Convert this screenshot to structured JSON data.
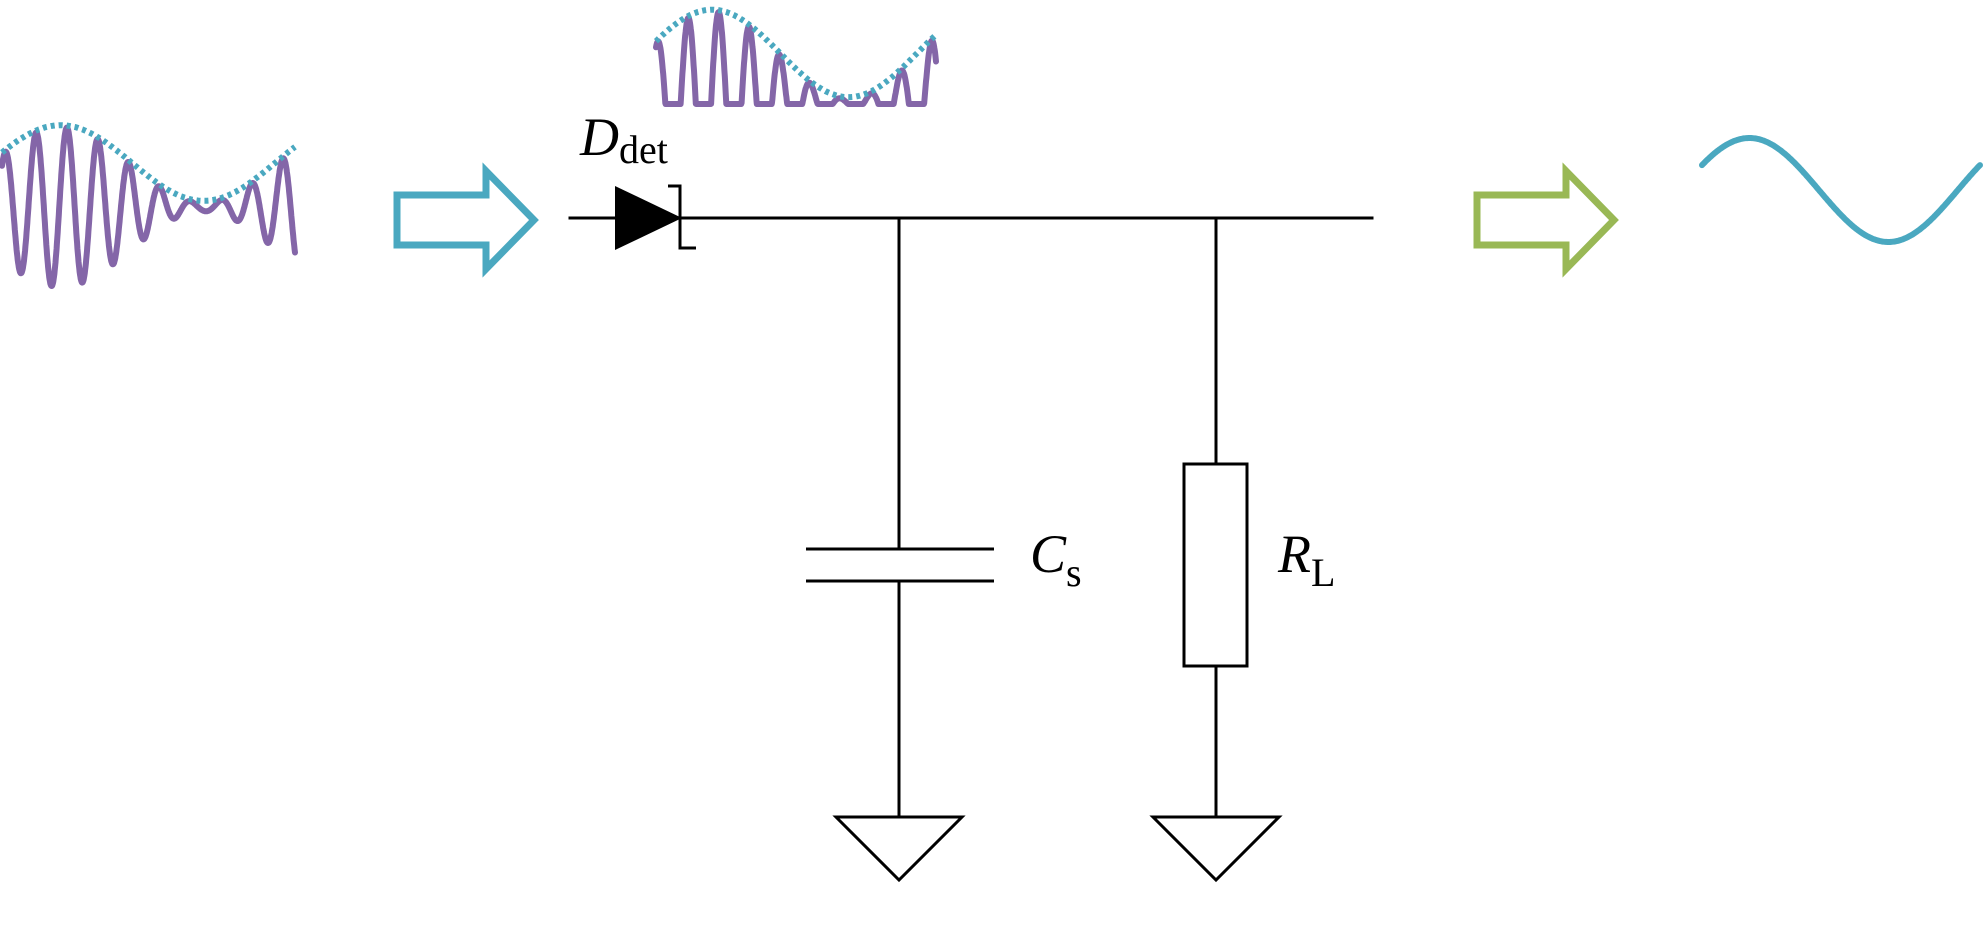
{
  "labels": {
    "diode": {
      "symbol": "D",
      "subscript": "det"
    },
    "capacitor": {
      "symbol": "C",
      "subscript": "s"
    },
    "resistor": {
      "symbol": "R",
      "subscript": "L"
    }
  },
  "colors": {
    "wire": "#000000",
    "am_signal": "#8466a8",
    "envelope": "#4aa8c0",
    "input_arrow": "#4aa8c0",
    "output_arrow": "#99b855",
    "output_signal": "#4aa8c0"
  }
}
